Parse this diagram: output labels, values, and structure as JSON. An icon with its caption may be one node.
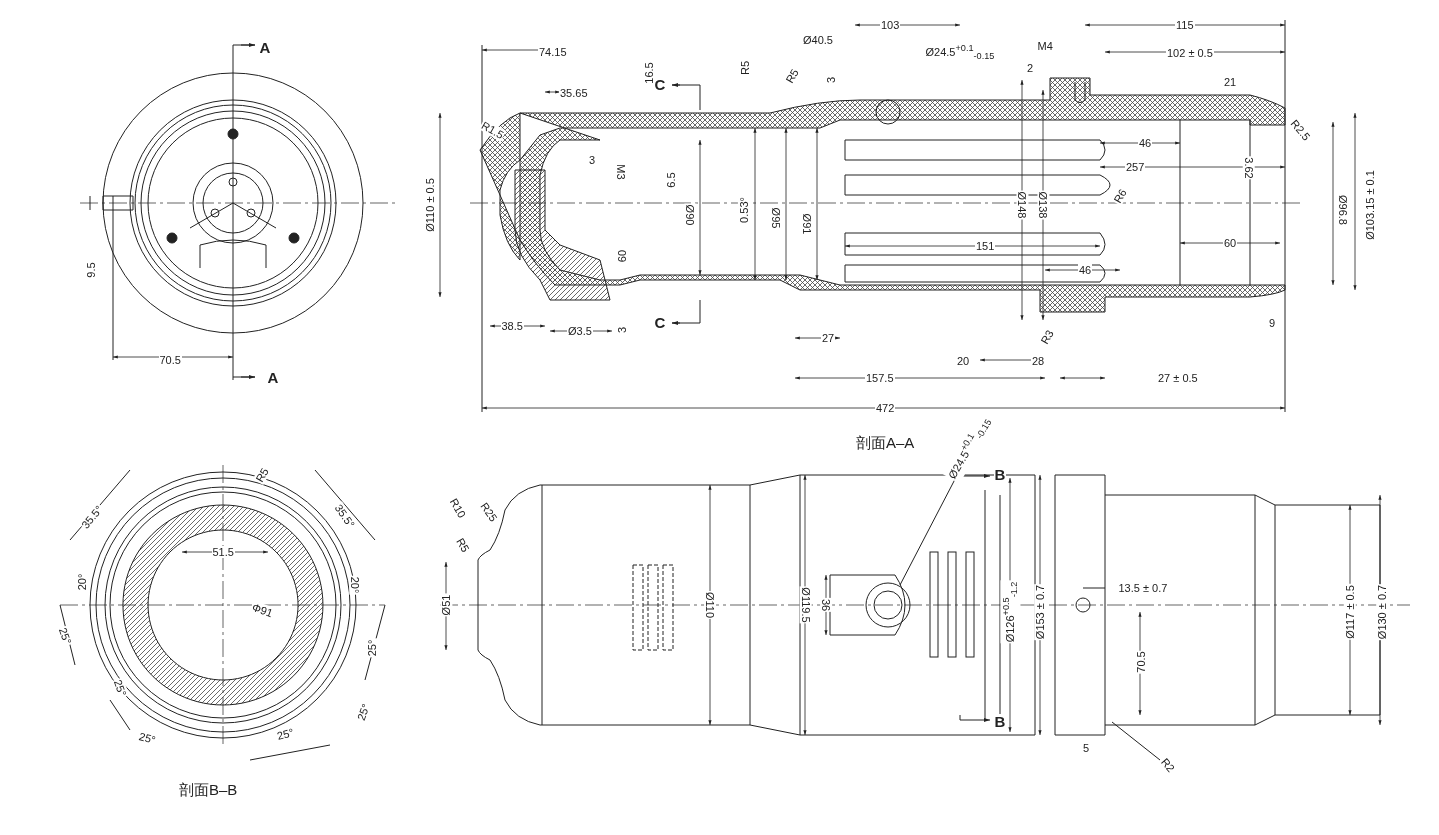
{
  "diagram": {
    "labels": [
      "A",
      "9.5",
      "70.5",
      "A",
      "74.15",
      "35.65",
      "16.5",
      "C",
      "R5",
      "R5",
      "3",
      "Ø40.5",
      "103",
      "Ø24.5$^{+0.1}$$_{-0.15}$",
      "115",
      "M4",
      "102 ± 0.5",
      "2",
      "21",
      "R1.5",
      "3",
      "M3",
      "6.5",
      "R2.5",
      "46",
      "257",
      "3.62",
      "Ø110 ± 0.5",
      "60",
      "Ø90",
      "0.53°",
      "Ø95",
      "Ø91",
      "Ø148",
      "Ø138",
      "R6",
      "Ø96.8",
      "Ø103.15 ± 0.1",
      "151",
      "60",
      "46",
      "38.5",
      "Ø3.5",
      "3",
      "C",
      "27",
      "R3",
      "9",
      "20",
      "28",
      "157.5",
      "27 ± 0.5",
      "472",
      "剖面A–A",
      "35.5°",
      "R5",
      "35.5°",
      "51.5",
      "20°",
      "20°",
      "Φ91",
      "25°",
      "25°",
      "25°",
      "25°",
      "25°",
      "25°",
      "剖面B–B",
      "R10",
      "R25",
      "R5",
      "Ø51",
      "Ø110",
      "Ø119.5",
      "36",
      "Ø24.5$^{+0.1}$$_{-0.15}$",
      "B",
      "Ø126$^{+0.5}$$_{-1.2}$",
      "Ø153 ± 0.7",
      "13.5 ± 0.7",
      "70.5",
      "Ø117 ± 0.5",
      "Ø130 ± 0.7",
      "B",
      "5",
      "R2"
    ]
  }
}
